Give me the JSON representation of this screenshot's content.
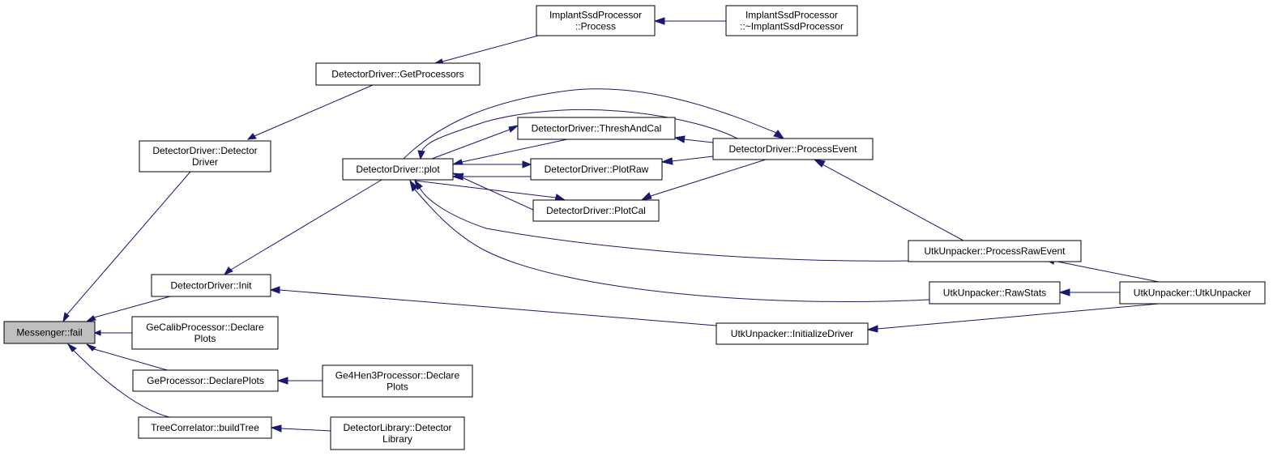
{
  "graph": {
    "colors": {
      "edge": "#191970",
      "root_fill": "#bfbfbf",
      "node_fill": "#ffffff",
      "border": "#000000"
    },
    "nodes": {
      "fail": {
        "lines": [
          "Messenger::fail"
        ],
        "root": true
      },
      "dd_ctor": {
        "lines": [
          "DetectorDriver::Detector",
          "Driver"
        ]
      },
      "dd_getproc": {
        "lines": [
          "DetectorDriver::GetProcessors"
        ]
      },
      "implant_process": {
        "lines": [
          "ImplantSsdProcessor",
          "::Process"
        ]
      },
      "implant_dtor": {
        "lines": [
          "ImplantSsdProcessor",
          "::~ImplantSsdProcessor"
        ]
      },
      "dd_init": {
        "lines": [
          "DetectorDriver::Init"
        ]
      },
      "dd_plot": {
        "lines": [
          "DetectorDriver::plot"
        ]
      },
      "dd_thresh": {
        "lines": [
          "DetectorDriver::ThreshAndCal"
        ]
      },
      "dd_plotraw": {
        "lines": [
          "DetectorDriver::PlotRaw"
        ]
      },
      "dd_plotcal": {
        "lines": [
          "DetectorDriver::PlotCal"
        ]
      },
      "dd_procevent": {
        "lines": [
          "DetectorDriver::ProcessEvent"
        ]
      },
      "utk_rawevent": {
        "lines": [
          "UtkUnpacker::ProcessRawEvent"
        ]
      },
      "utk_rawstats": {
        "lines": [
          "UtkUnpacker::RawStats"
        ]
      },
      "utk_ctor": {
        "lines": [
          "UtkUnpacker::UtkUnpacker"
        ]
      },
      "utk_initdrv": {
        "lines": [
          "UtkUnpacker::InitializeDriver"
        ]
      },
      "gecalib": {
        "lines": [
          "GeCalibProcessor::Declare",
          "Plots"
        ]
      },
      "geproc": {
        "lines": [
          "GeProcessor::DeclarePlots"
        ]
      },
      "ge4hen3": {
        "lines": [
          "Ge4Hen3Processor::Declare",
          "Plots"
        ]
      },
      "treecorr": {
        "lines": [
          "TreeCorrelator::buildTree"
        ]
      },
      "detlib": {
        "lines": [
          "DetectorLibrary::Detector",
          "Library"
        ]
      }
    },
    "edges": [
      {
        "from": "dd_ctor",
        "to": "fail"
      },
      {
        "from": "dd_init",
        "to": "fail"
      },
      {
        "from": "gecalib",
        "to": "fail"
      },
      {
        "from": "geproc",
        "to": "fail"
      },
      {
        "from": "treecorr",
        "to": "fail"
      },
      {
        "from": "dd_getproc",
        "to": "dd_ctor"
      },
      {
        "from": "implant_process",
        "to": "dd_getproc"
      },
      {
        "from": "implant_dtor",
        "to": "implant_process"
      },
      {
        "from": "dd_plot",
        "to": "dd_init"
      },
      {
        "from": "utk_initdrv",
        "to": "dd_init"
      },
      {
        "from": "utk_ctor",
        "to": "utk_initdrv"
      },
      {
        "from": "dd_thresh",
        "to": "dd_plot"
      },
      {
        "from": "dd_plotraw",
        "to": "dd_plot"
      },
      {
        "from": "dd_plotcal",
        "to": "dd_plot"
      },
      {
        "from": "dd_procevent",
        "to": "dd_plot"
      },
      {
        "from": "utk_rawevent",
        "to": "dd_plot"
      },
      {
        "from": "utk_rawstats",
        "to": "dd_plot"
      },
      {
        "from": "dd_plot",
        "to": "dd_thresh"
      },
      {
        "from": "dd_plot",
        "to": "dd_plotraw"
      },
      {
        "from": "dd_plot",
        "to": "dd_plotcal"
      },
      {
        "from": "dd_plot",
        "to": "dd_procevent"
      },
      {
        "from": "dd_procevent",
        "to": "dd_thresh"
      },
      {
        "from": "dd_procevent",
        "to": "dd_plotraw"
      },
      {
        "from": "dd_procevent",
        "to": "dd_plotcal"
      },
      {
        "from": "utk_rawevent",
        "to": "dd_procevent"
      },
      {
        "from": "utk_ctor",
        "to": "utk_rawevent"
      },
      {
        "from": "utk_ctor",
        "to": "utk_rawstats"
      },
      {
        "from": "ge4hen3",
        "to": "geproc"
      },
      {
        "from": "detlib",
        "to": "treecorr"
      }
    ]
  }
}
